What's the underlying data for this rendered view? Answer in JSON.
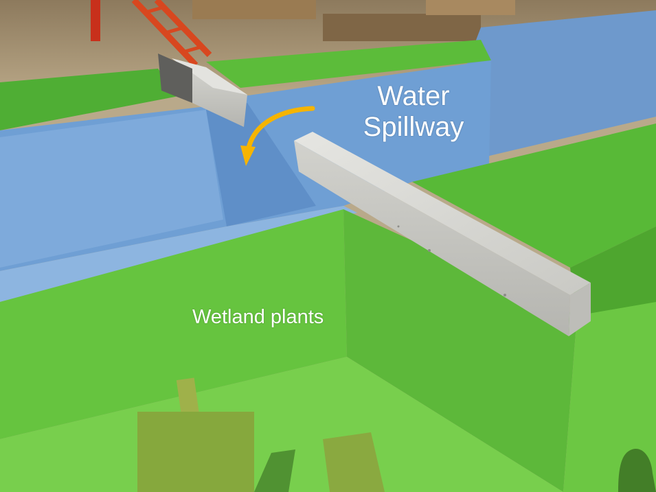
{
  "photo": {
    "subject": "concrete-basin-construction-site",
    "overlay_colors": {
      "water_zone": "#5b8fd1",
      "wetland_zone": "#5fc43a",
      "arrow": "#f6b400",
      "ladder": "#d8471f",
      "concrete": "#d9d9d4"
    }
  },
  "annotations": {
    "spillway_label_line1": "Water",
    "spillway_label_line2": "Spillway",
    "wetland_label": "Wetland plants"
  },
  "icons": {
    "flow_arrow": "curved-arrow-down-icon"
  }
}
